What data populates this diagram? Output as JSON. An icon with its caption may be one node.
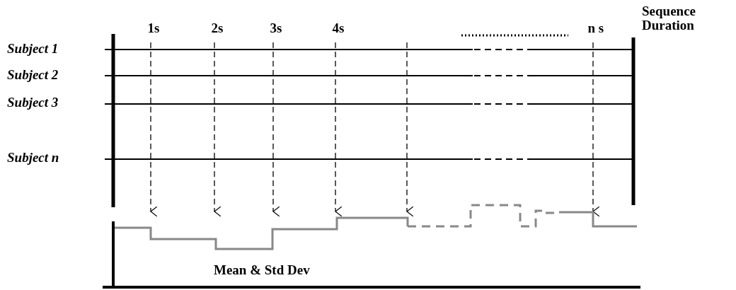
{
  "diagram": {
    "labels": [
      "1s",
      "2s",
      "3s",
      "4s",
      "n s",
      "Sequence Duration",
      "Subject 1",
      "Subject 2",
      "Subject 3",
      "Subject n",
      "Mean & Std Dev"
    ]
  }
}
